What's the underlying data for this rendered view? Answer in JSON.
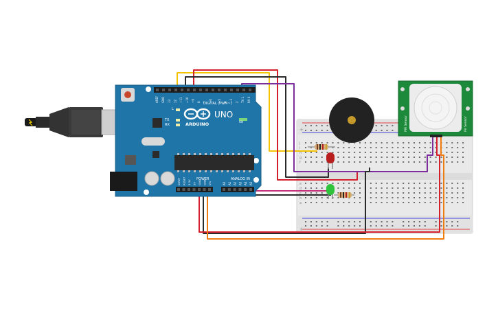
{
  "board": {
    "logo_text": "ARDUINO",
    "model": "UNO",
    "digital_header": "DIGITAL (PWM~)",
    "analog_header": "ANALOG IN",
    "power_header": "POWER",
    "on_label": "ON",
    "aref": "AREF",
    "gnd": "GND",
    "tx": "TX",
    "rx": "RX",
    "l": "L",
    "digital_pins": [
      "13",
      "12",
      "~11",
      "~10",
      "~9",
      "8",
      "7",
      "~6",
      "~5",
      "4",
      "~3",
      "2",
      "TX 1",
      "RX 0"
    ],
    "power_pins": [
      "IOREF",
      "RESET",
      "3.3V",
      "5V",
      "GND",
      "GND",
      "Vin"
    ],
    "analog_pins": [
      "A0",
      "A1",
      "A2",
      "A3",
      "A4",
      "A5"
    ]
  },
  "sensor": {
    "label_left": "PIR Sensor",
    "label_right": "Pir Sensor"
  },
  "breadboard": {
    "row_letters_top": [
      "j",
      "i",
      "h",
      "g",
      "f"
    ],
    "row_letters_bottom": [
      "e",
      "d",
      "c",
      "b",
      "a"
    ],
    "plus": "+",
    "minus": "-"
  },
  "wire_colors": {
    "red": "#d4202a",
    "black": "#2a2a2a",
    "yellow": "#f5c400",
    "purple": "#7b2d9c",
    "magenta": "#c2307a",
    "orange": "#f07b0f",
    "pink": "#d0307a"
  },
  "component_colors": {
    "board": "#1f74a8",
    "led_red": "#b81e1e",
    "led_green": "#2ec33b",
    "sensor_pcb": "#1c8a3a",
    "buzzer": "#222222"
  }
}
